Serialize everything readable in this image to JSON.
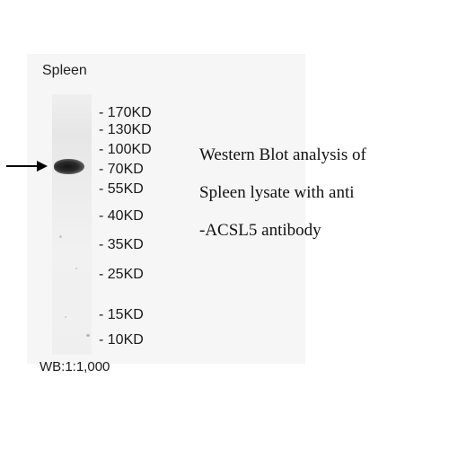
{
  "lane_label": "Spleen",
  "markers": [
    "170KD",
    "130KD",
    "100KD",
    "70KD",
    "55KD",
    "40KD",
    "35KD",
    "25KD",
    "15KD",
    "10KD"
  ],
  "caption_lines": [
    "Western Blot analysis of",
    "Spleen  lysate with anti",
    "-ACSL5 antibody"
  ],
  "dilution": "WB:1:1,000",
  "icons": {
    "band_indicator": "arrow-right-icon"
  }
}
